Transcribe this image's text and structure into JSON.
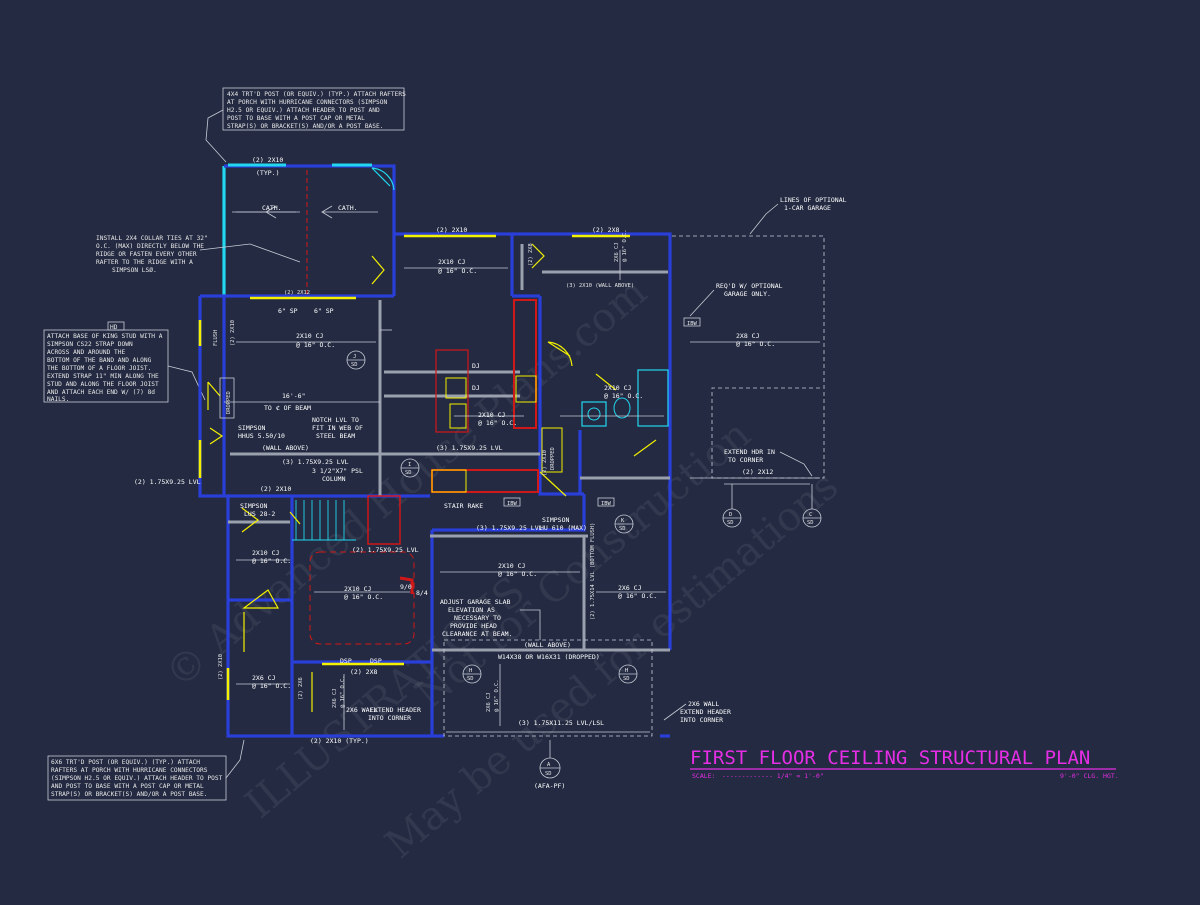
{
  "title": "FIRST FLOOR CEILING STRUCTURAL PLAN",
  "scale_label": "SCALE:",
  "scale_value": "------------- 1/4\" = 1'-0\"",
  "ceiling_height": "9'-0\" CLG. HGT.",
  "watermarks": [
    "© Advanced House Plans.com",
    "Not for Construction",
    "ILLUSTRATIONS",
    "May be used for estimations"
  ],
  "notes": {
    "porch_post": [
      "4X4 TRT'D POST (OR EQUIV.) (TYP.) ATTACH RAFTERS",
      "AT PORCH WITH HURRICANE CONNECTORS (SIMPSON",
      "H2.5 OR EQUIV.) ATTACH HEADER TO POST AND",
      "POST TO BASE WITH A POST CAP OR METAL",
      "STRAP(S) OR BRACKET(S) AND/OR A POST BASE."
    ],
    "collar_ties": [
      "INSTALL 2X4 COLLAR TIES AT 32\"",
      "O.C. (MAX) DIRECTLY BELOW THE",
      "RIDGE OR FASTEN EVERY OTHER",
      "RAFTER TO THE RIDGE WITH A",
      "SIMPSON LSØ."
    ],
    "hd_tag": "HD",
    "king_stud": [
      "ATTACH BASE OF KING STUD WITH A",
      "SIMPSON CS22 STRAP DOWN",
      "ACROSS AND AROUND THE",
      "BOTTOM OF THE BAND AND ALONG",
      "THE BOTTOM OF A FLOOR JOIST.",
      "EXTEND STRAP 11\" MIN ALONG THE",
      "STUD AND ALONG THE FLOOR JOIST",
      "AND ATTACH EACH END W/ (7) 8d",
      "NAILS."
    ],
    "optional_garage": [
      "LINES OF OPTIONAL",
      "1-CAR GARAGE"
    ],
    "reqd_optional": [
      "REQ'D W/ OPTIONAL",
      "GARAGE ONLY."
    ],
    "notch_lvl": [
      "NOTCH LVL TO",
      "FIT IN WEB OF",
      "STEEL BEAM"
    ],
    "garage_slab": [
      "ADJUST GARAGE SLAB",
      "ELEVATION AS",
      "NECESSARY TO",
      "PROVIDE HEAD",
      "CLEARANCE AT BEAM."
    ],
    "extend_hdr": [
      "EXTEND HDR IN",
      "TO CORNER"
    ],
    "wall_right": [
      "2X6 WALL",
      "EXTEND HEADER",
      "INTO CORNER"
    ],
    "wall_left": [
      "2X6 WALL",
      "EXTEND HEADER",
      "INTO CORNER"
    ],
    "bottom_post": [
      "6X6 TRT'D POST (OR EQUIV.) (TYP.) ATTACH",
      "RAFTERS AT PORCH WITH HURRICANE CONNECTORS",
      "(SIMPSON H2.5 OR EQUIV.) ATTACH HEADER TO POST",
      "AND POST TO BASE WITH A POST CAP OR METAL",
      "STRAP(S) OR BRACKET(S) AND/OR A POST BASE."
    ]
  },
  "labels": {
    "porch_hdr": "(2) 2X10",
    "typ": "(TYP.)",
    "cath1": "CATH.",
    "cath2": "CATH.",
    "top_2x10": "(2) 2X10",
    "top_2x8": "(2) 2X8",
    "hdr_2x12_top": "(2) 2X12",
    "sp1": "6\" SP",
    "sp2": "6\" SP",
    "flush": "FLUSH",
    "lbl_2x10_v": "(2) 2X10",
    "cj_2x10_a": "2X10 CJ",
    "oc_a": "@ 16\" O.C.",
    "cj_2x10_b": "2X10 CJ",
    "oc_b": "@ 16\" O.C.",
    "wall_above_top": "(3) 2X10 (WALL ABOVE)",
    "cj_2x8": "2X8 CJ",
    "oc_c": "@ 16\" O.C.",
    "cj_2x10_c": "2X10 CJ",
    "oc_d": "@ 16\" O.C.",
    "cj_2x10_d": "2X10 CJ",
    "oc_e": "@ 16\" O.C.",
    "dj1": "DJ",
    "dj2": "DJ",
    "dim_16_6": "16'-6\"",
    "to_beam": "TO ⊄ OF BEAM",
    "dropped_left": "DROPPED",
    "simpson_hhus": [
      "SIMPSON",
      "HHUS 5.50/10"
    ],
    "wall_above_mid": "(WALL ABOVE)",
    "lvl_mid": "(3) 1.75X9.25 LVL",
    "lvl_mid2": "(3) 1.75X9.25 LVL",
    "psl": [
      "3 1/2\"X7\" PSL",
      "COLUMN"
    ],
    "lvl_left": "(2) 1.75X9.25 LVL",
    "dropped_right": "DROPPED",
    "hdr_2x10_mid": "(2) 2X10",
    "simpson_lus": [
      "SIMPSON",
      "LUS 28-2"
    ],
    "stair_rake": "STAIR RAKE",
    "lvl_stair": "(3) 1.75X9.25 LVL",
    "simpson_hu": [
      "SIMPSON",
      "HU 610 (MAX)"
    ],
    "lvl_stair2": "(2) 1.75X9.25 LVL",
    "ibw1": "IBW",
    "ibw2": "IBW",
    "ibw3": "IBW",
    "cj_2x10_e": "2X10 CJ",
    "oc_f": "@ 16\" O.C.",
    "cj_2x10_f": "2X10 CJ",
    "oc_g": "@ 16\" O.C.",
    "cj_2x10_g": "2X10 CJ",
    "oc_h": "@ 16\" O.C.",
    "cj_2x6_a": "2X6 CJ",
    "oc_i": "@ 16\" O.C.",
    "cj_2x6_b": "2X6 CJ",
    "oc_j": "@ 16\" O.C.",
    "cj_2x6_c": "2X6 CJ",
    "oc_k": "@ 16\" O.C.",
    "cj_2x6_d": "2X6 CJ",
    "oc_l": "@ 16\" O.C.",
    "cj_2x6_e": "2X6 CJ",
    "oc_m": "@ 16\" O.C.",
    "lvl_bottom_flush": "(2) 1.75X14 LVL (BOTTOM FLUSH)",
    "num_910": "9/0",
    "num_84": "8/4",
    "wall_above_bot": "(WALL ABOVE)",
    "w_beam": "W14X38 OR W16X31 (DROPPED)",
    "dsp1": "DSP",
    "dsp2": "DSP",
    "hdr_2x8": "(2) 2X8",
    "hdr_2x6": "(2) 2X6",
    "hdr_2x10_left": "(2) 2X10",
    "hdr_2x10_typ": "(2) 2X10 (TYP.)",
    "lvl_garage": "(3) 1.75X11.25 LVL/LSL",
    "hdr_2x12_right": "(2) 2X12",
    "afa_pf": "(AFA-PF)",
    "hdr_2x8_r": "(2) 2X8",
    "hdr_2x10_r": "(2) 2X10"
  },
  "callouts": [
    {
      "letter": "J",
      "sheet": "SD"
    },
    {
      "letter": "I",
      "sheet": "SD"
    },
    {
      "letter": "K",
      "sheet": "SD"
    },
    {
      "letter": "D",
      "sheet": "SD"
    },
    {
      "letter": "C",
      "sheet": "SD"
    },
    {
      "letter": "H",
      "sheet": "SD"
    },
    {
      "letter": "H",
      "sheet": "SD"
    },
    {
      "letter": "A",
      "sheet": "SD"
    }
  ],
  "colors": {
    "background": "#232a41",
    "wall": "#2a3fd8",
    "header": "#f3f000",
    "porch": "#22d7ef",
    "title": "#e62ee6"
  }
}
